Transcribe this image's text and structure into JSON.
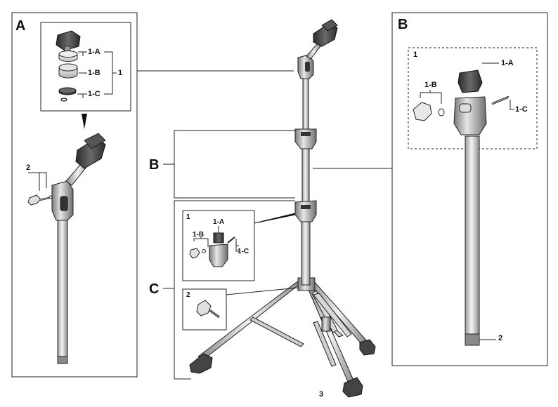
{
  "sections": {
    "a": "A",
    "b": "B",
    "c": "C"
  },
  "detail_a": {
    "inset_number": "1",
    "part_1a": "1-A",
    "part_1b": "1-B",
    "part_1c": "1-C",
    "part_2": "2"
  },
  "detail_b": {
    "inset_number": "1",
    "part_1a": "1-A",
    "part_1b": "1-B",
    "part_1c": "1-C",
    "part_2": "2"
  },
  "detail_c": {
    "inset_number": "1",
    "part_1a": "1-A",
    "part_1b": "1-B",
    "part_1c": "1-C",
    "inset2_number": "2"
  },
  "page_number": "3",
  "colors": {
    "line": "#222222",
    "dark_part": "#444444",
    "mid_part": "#9a9a9a",
    "light_part": "#d6d6d6",
    "felt": "#c8c8c8"
  }
}
